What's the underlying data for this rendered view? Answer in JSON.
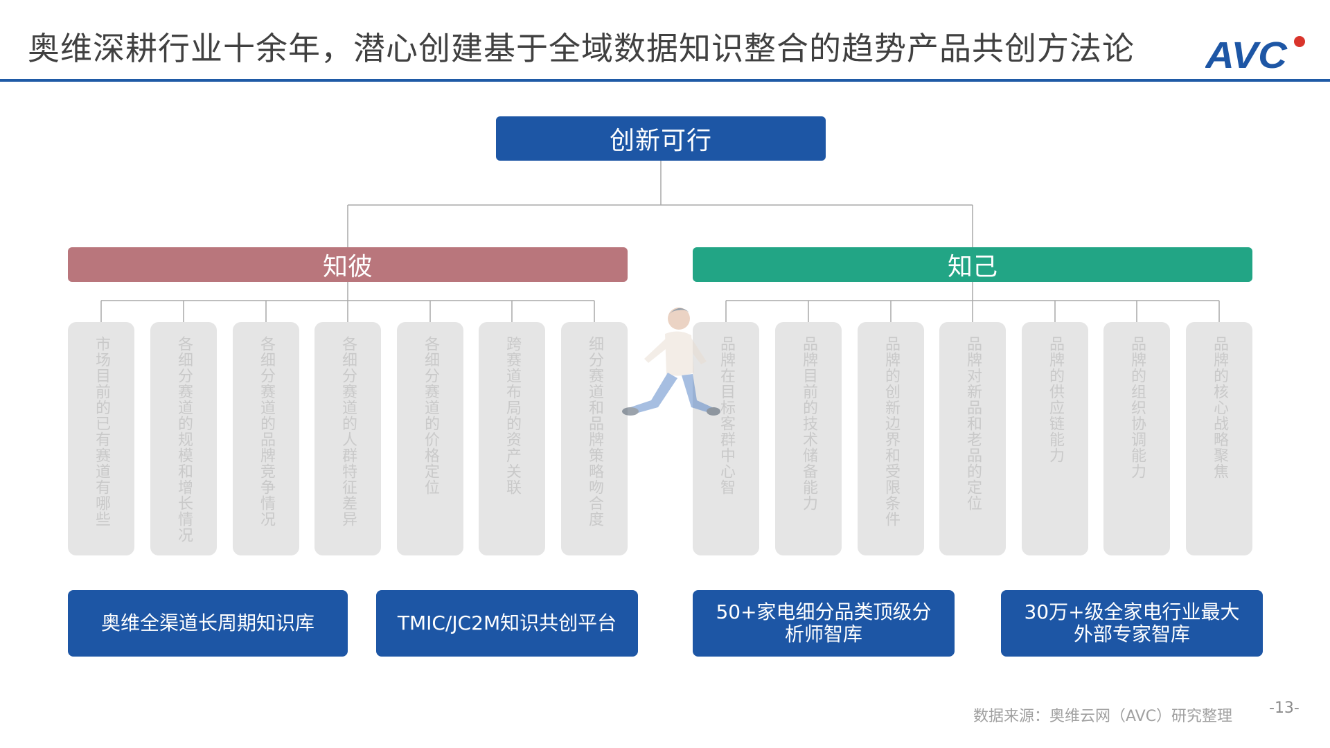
{
  "header": {
    "title": "奥维深耕行业十余年，潜心创建基于全域数据知识整合的趋势产品共创方法论",
    "logo_text": "AVC"
  },
  "root": {
    "label": "创新可行"
  },
  "groups": {
    "left": {
      "label": "知彼",
      "items": [
        "市场目前的已有赛道有哪些",
        "各细分赛道的规模和增长情况",
        "各细分赛道的品牌竞争情况",
        "各细分赛道的人群特征差异",
        "各细分赛道的价格定位",
        "跨赛道布局的资产关联",
        "细分赛道和品牌策略吻合度"
      ]
    },
    "right": {
      "label": "知己",
      "items": [
        "品牌在目标客群中心智",
        "品牌目前的技术储备能力",
        "品牌的创新边界和受限条件",
        "品牌对新品和老品的定位",
        "品牌的供应链能力",
        "品牌的组织协调能力",
        "品牌的核心战略聚焦"
      ]
    }
  },
  "resources": [
    "奥维全渠道长周期知识库",
    "TMIC/JC2M知识共创平台",
    "50+家电细分品类顶级分析师智库",
    "30万+级全家电行业最大外部专家智库"
  ],
  "footer": {
    "source": "数据来源：奥维云网（AVC）研究整理",
    "page_number": "-13-"
  },
  "colors": {
    "primary_blue": "#1d56a5",
    "left_group": "#b9767c",
    "right_group": "#22a585",
    "card_bg": "#e5e5e5"
  }
}
